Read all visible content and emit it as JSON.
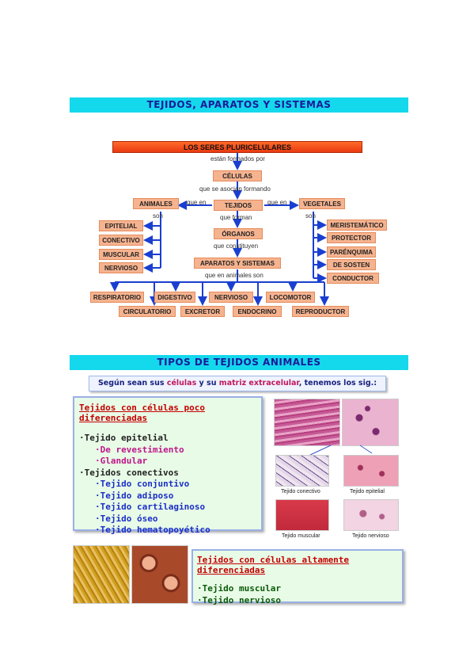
{
  "section1": {
    "title": "TEJIDOS, APARATOS Y SISTEMAS",
    "top": "LOS SERES PLURICELULARES",
    "formed_by": "están formados por",
    "celulas": "CÉLULAS",
    "associate": "que se asocian formando",
    "animales": "ANIMALES",
    "que_en_left": "que en",
    "tejidos": "TEJIDOS",
    "que_en_right": "que en",
    "vegetales": "VEGETALES",
    "son_left": "son",
    "son_right": "son",
    "que_forman": "que forman",
    "organos": "ÓRGANOS",
    "que_constituyen": "que constituyen",
    "aparatos": "APARATOS Y SISTEMAS",
    "que_en_animales": "que en animales son",
    "animal_tissues": [
      "EPITELIAL",
      "CONECTIVO",
      "MUSCULAR",
      "NERVIOSO"
    ],
    "plant_tissues": [
      "MERISTEMÁTICO",
      "PROTECTOR",
      "PARÉNQUIMA",
      "DE SOSTEN",
      "CONDUCTOR"
    ],
    "systems_row1": [
      "RESPIRATORIO",
      "DIGESTIVO",
      "NERVIOSO",
      "LOCOMOTOR"
    ],
    "systems_row2": [
      "CIRCULATORIO",
      "EXCRETOR",
      "ENDOCRINO",
      "REPRODUCTOR"
    ]
  },
  "section2": {
    "title": "TIPOS DE TEJIDOS ANIMALES",
    "intro": {
      "a": "Según sean sus ",
      "b": "células",
      "c": " y su ",
      "d": "matriz extracelular",
      "e": ", tenemos los sig.:"
    },
    "poco": {
      "heading": "Tejidos con células poco diferenciadas",
      "epitelial": "·Tejido epitelial",
      "revest": "·De revestimiento",
      "glandular": "·Glandular",
      "conectivos": "·Tejidos conectivos",
      "items": [
        "·Tejido conjuntivo",
        "·Tejido adiposo",
        "·Tejido cartilaginoso",
        "·Tejido óseo",
        "·Tejido hematopoyético"
      ]
    },
    "captions": [
      "Tejido conectivo",
      "Tejido epitelial",
      "Tejido muscular",
      "Tejido nervioso"
    ],
    "alta": {
      "heading": "Tejidos con células altamente diferenciadas",
      "items": [
        "·Tejido muscular",
        "·Tejido nervioso"
      ]
    }
  }
}
